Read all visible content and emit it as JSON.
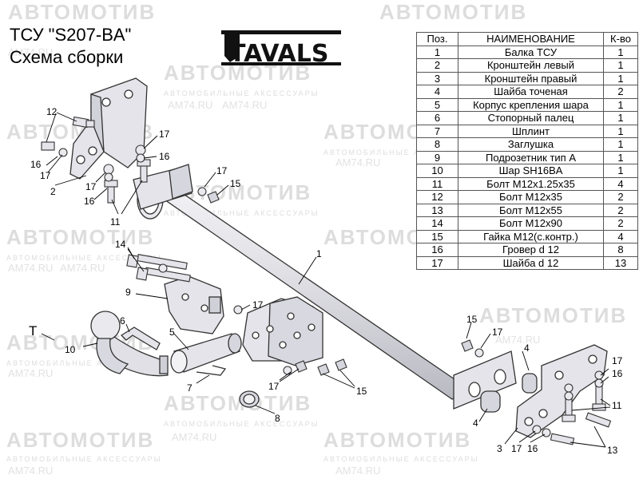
{
  "header": {
    "title_line1": "ТСУ  \"S207-BA\"",
    "title_line2": "Схема сборки",
    "brand_logo": "TAVALS"
  },
  "watermark": {
    "brand": "АВТОМОТИВ",
    "subtitle": "АВТОМОБИЛЬНЫЕ АКСЕССУАРЫ",
    "url": "AM74.RU"
  },
  "table": {
    "headers": [
      "Поз.",
      "НАИМЕНОВАНИЕ",
      "К-во"
    ],
    "rows": [
      [
        "1",
        "Балка ТСУ",
        "1"
      ],
      [
        "2",
        "Кронштейн левый",
        "1"
      ],
      [
        "3",
        "Кронштейн правый",
        "1"
      ],
      [
        "4",
        "Шайба точеная",
        "2"
      ],
      [
        "5",
        "Корпус крепления шара",
        "1"
      ],
      [
        "6",
        "Стопорный палец",
        "1"
      ],
      [
        "7",
        "Шплинт",
        "1"
      ],
      [
        "8",
        "Заглушка",
        "1"
      ],
      [
        "9",
        "Подрозетник тип А",
        "1"
      ],
      [
        "10",
        "Шар SH16BA",
        "1"
      ],
      [
        "11",
        "Болт M12x1.25x35",
        "4"
      ],
      [
        "12",
        "Болт M12x35",
        "2"
      ],
      [
        "13",
        "Болт M12x55",
        "2"
      ],
      [
        "14",
        "Болт M12x90",
        "2"
      ],
      [
        "15",
        "Гайка M12(с.контр.)",
        "4"
      ],
      [
        "16",
        "Гровер d 12",
        "8"
      ],
      [
        "17",
        "Шайба d 12",
        "13"
      ]
    ]
  },
  "callouts": {
    "n1": "1",
    "n2": "2",
    "n3": "3",
    "n4": "4",
    "n5": "5",
    "n6": "6",
    "n7": "7",
    "n8": "8",
    "n9": "9",
    "n10": "10",
    "n11": "11",
    "n12": "12",
    "n13": "13",
    "n14": "14",
    "n15": "15",
    "n16": "16",
    "n17": "17",
    "t": "T"
  },
  "colors": {
    "part_fill": "#e6e6ea",
    "part_stroke": "#333333",
    "watermark": "#dddddd",
    "watermark_accent": "#f2c9b8"
  }
}
